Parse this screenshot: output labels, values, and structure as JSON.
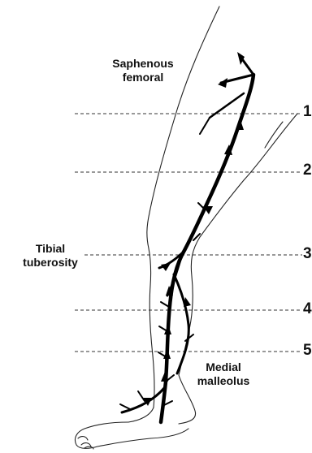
{
  "labels": {
    "saphenous_femoral": [
      "Saphenous",
      "femoral"
    ],
    "tibial_tuberosity": [
      "Tibial",
      "tuberosity"
    ],
    "medial_malleolus": [
      "Medial",
      "malleolus"
    ]
  },
  "levels": [
    "1",
    "2",
    "3",
    "4",
    "5"
  ],
  "colors": {
    "ink": "#111111",
    "line": "#333333"
  }
}
